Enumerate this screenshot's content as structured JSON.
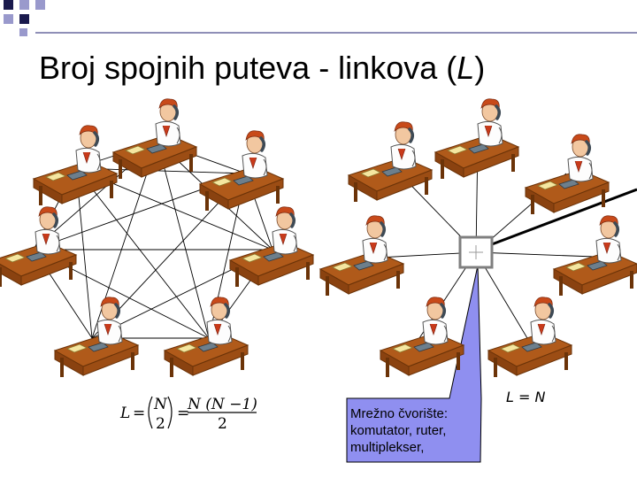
{
  "slide": {
    "title": "Broj spojnih puteva - linkova (",
    "title_italic": "L",
    "title_end": ")"
  },
  "mesh_formula": {
    "lhs": "L",
    "equals": "=",
    "binom_top": "N",
    "binom_bottom": "2",
    "equals2": "=",
    "numerator": "N (N −1)",
    "denominator": "2"
  },
  "star_formula": {
    "text": "L = N"
  },
  "callout": {
    "lines": [
      "Mrežno čvorište:",
      "komutator, ruter,",
      "multiplekser,"
    ]
  },
  "colors": {
    "accent_square": "#1a1a4d",
    "light_square": "#9999cc",
    "callout_fill": "#8f8ff0",
    "hub_border": "#7f7f7f",
    "desk": "#b05a1a",
    "desk_dark": "#6b3308",
    "hair": "#c84a1a",
    "skin": "#f2c7a0"
  },
  "icons": {
    "person": "person-at-desk-icon",
    "hub": "network-hub-icon"
  }
}
